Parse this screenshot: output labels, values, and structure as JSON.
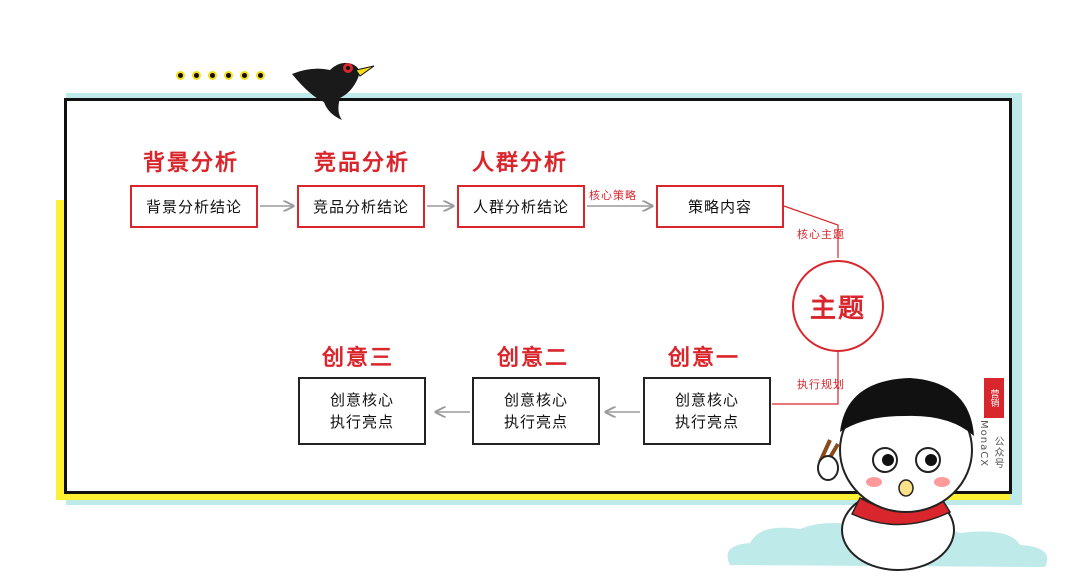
{
  "diagram": {
    "headers": {
      "background": "背景分析",
      "competitor": "竞品分析",
      "audience": "人群分析",
      "idea3": "创意三",
      "idea2": "创意二",
      "idea1": "创意一"
    },
    "boxes": {
      "background_conclusion": "背景分析结论",
      "competitor_conclusion": "竞品分析结论",
      "audience_conclusion": "人群分析结论",
      "strategy_content": "策略内容"
    },
    "idea_boxes": {
      "line1": "创意核心",
      "line2": "执行亮点"
    },
    "edge_labels": {
      "core_strategy": "核心策略",
      "core_theme": "核心主题",
      "execution_plan": "执行规划"
    },
    "theme": "主题"
  },
  "watermark": {
    "seal": "营销",
    "name": "MonaCX",
    "account": "公众号"
  },
  "colors": {
    "accent_red": "#d9262c",
    "frame_black": "#111111",
    "cyan_shadow": "#bfeaea",
    "yellow_shadow": "#fff033",
    "connector_gray": "#9a9a9a"
  }
}
